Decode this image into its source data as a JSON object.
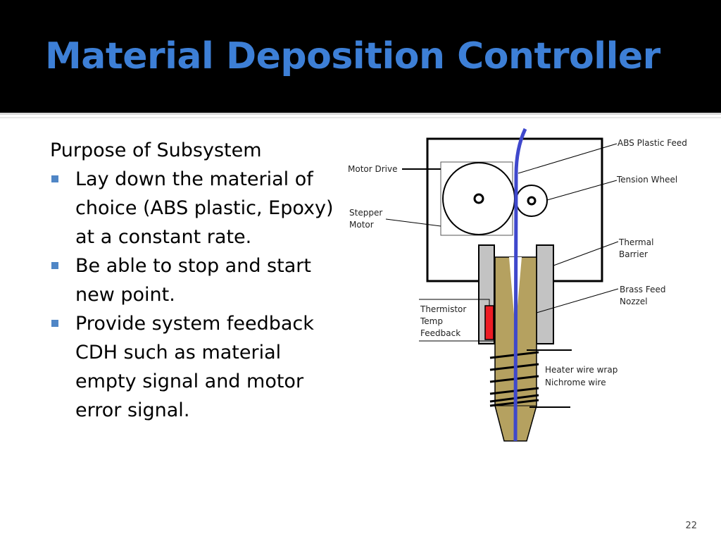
{
  "slide": {
    "title": "Material Deposition Controller",
    "page_number": "22"
  },
  "content": {
    "heading": "Purpose of Subsystem",
    "bullets": [
      "Lay down the material of choice (ABS plastic, Epoxy) at a constant rate.",
      "Be able to stop and start new point.",
      "Provide system feedback CDH such as material empty signal and motor error signal."
    ]
  },
  "diagram": {
    "labels": {
      "abs_plastic_feed": "ABS Plastic Feed",
      "motor_drive": "Motor Drive",
      "tension_wheel": "Tension Wheel",
      "stepper_line1": "Stepper",
      "stepper_line2": "Motor",
      "thermal_line1": "Thermal",
      "thermal_line2": "Barrier",
      "brass_line1": "Brass Feed",
      "brass_line2": "Nozzel",
      "thermistor_line1": "Thermistor",
      "thermistor_line2": "Temp",
      "thermistor_line3": "Feedback",
      "heater_line1": "Heater wire wrap",
      "heater_line2": "Nichrome wire"
    },
    "colors": {
      "filament": "#3f48cc",
      "brass": "#b5a160",
      "barrier": "#c3c3c3",
      "thermistor": "#ed1c24"
    }
  }
}
